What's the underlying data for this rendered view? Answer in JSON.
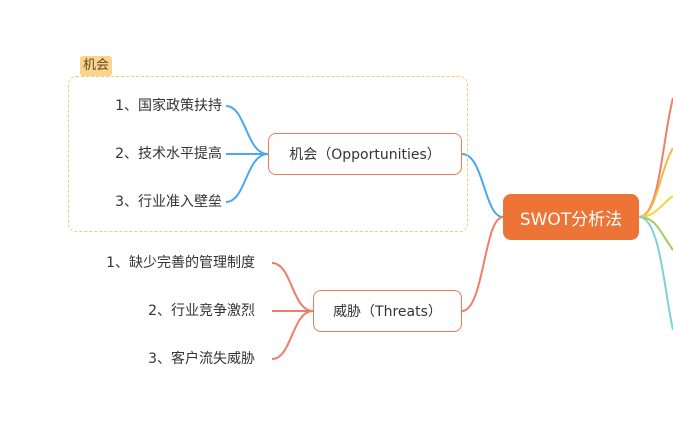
{
  "root": {
    "label": "SWOT分析法"
  },
  "boundary": {
    "label": "机会"
  },
  "opportunities": {
    "label": "机会（Opportunities）",
    "items": [
      "1、国家政策扶持",
      "2、技术水平提高",
      "3、行业准入壁垒"
    ]
  },
  "threats": {
    "label": "威胁（Threats）",
    "items": [
      "1、缺少完善的管理制度",
      "2、行业竞争激烈",
      "3、客户流失威胁"
    ]
  },
  "colors": {
    "root_fill": "#ed7437",
    "node_border": "#ee7a55",
    "opportunity_branch": "#4aa8ee",
    "threat_branch": "#ef7d6b",
    "boundary_border": "#f5c97a",
    "boundary_label_fill": "#fbd48a",
    "offscreen_branches": [
      "#ef7d6b",
      "#f5b942",
      "#f3d53a",
      "#a5cc5a",
      "#7fd0d9"
    ]
  }
}
